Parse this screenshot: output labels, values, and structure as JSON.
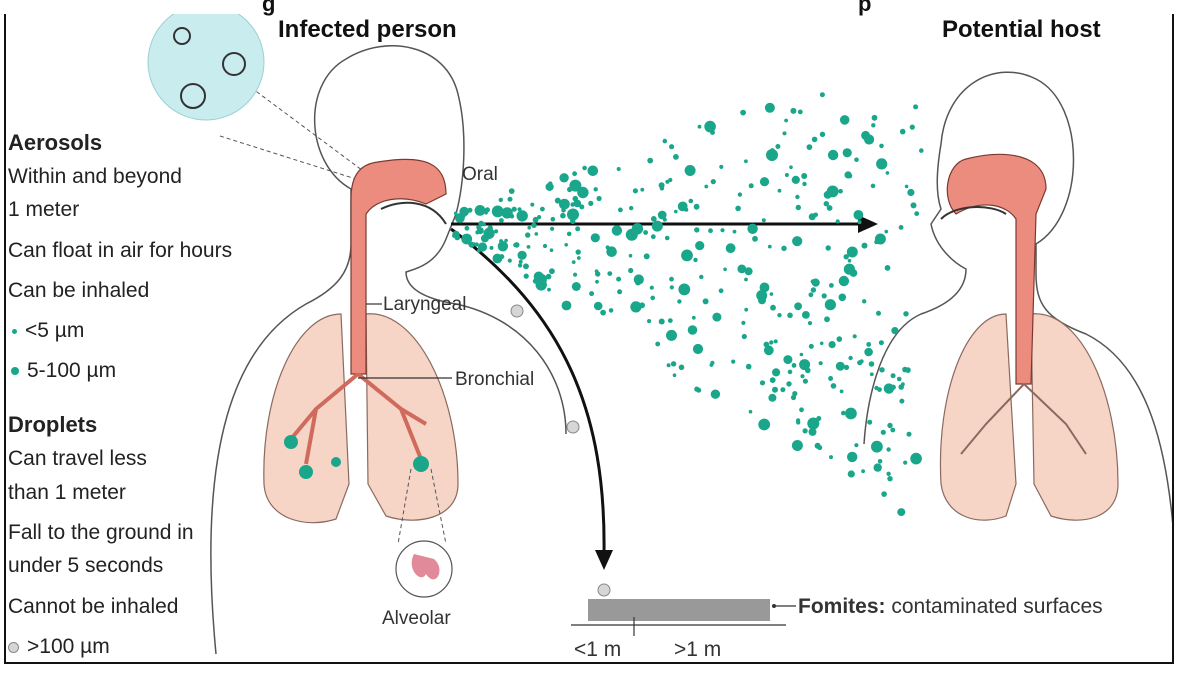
{
  "title_fragments": {
    "left": "g",
    "right": "p"
  },
  "headers": {
    "infected": "Infected person",
    "host": "Potential host"
  },
  "aerosols": {
    "heading": "Aerosols",
    "lines": [
      "Within and beyond",
      "1 meter",
      "Can float in air for hours",
      "Can be inhaled"
    ],
    "legend": [
      {
        "label": "<5 µm",
        "color": "#1aa68a"
      },
      {
        "label": "5-100 µm",
        "color": "#1aa68a"
      }
    ]
  },
  "droplets": {
    "heading": "Droplets",
    "lines": [
      "Can travel less",
      "than 1 meter",
      "Fall to the ground in",
      "under 5 seconds",
      "Cannot be inhaled"
    ],
    "legend": {
      "label": ">100 µm",
      "color": "#c8c8c8"
    }
  },
  "anatomy_labels": {
    "oral": "Oral",
    "laryngeal": "Laryngeal",
    "bronchial": "Bronchial",
    "alveolar": "Alveolar"
  },
  "fomites": {
    "term": "Fomites:",
    "description": "contaminated surfaces"
  },
  "distance": {
    "near": "<1 m",
    "far": ">1 m"
  },
  "colors": {
    "particle": "#1aa68a",
    "airway": "#ec8c7e",
    "lung": "#f6d4c6",
    "virus_bg": "#c9ecef"
  }
}
